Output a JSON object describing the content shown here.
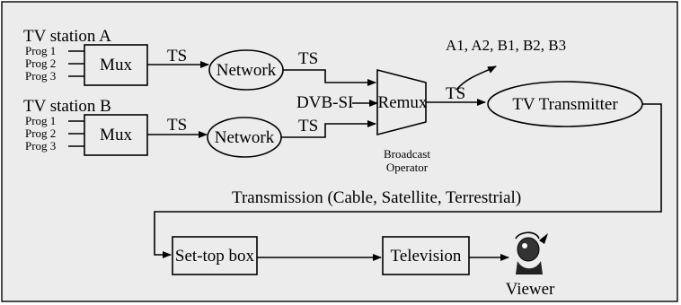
{
  "stations": [
    {
      "title": "TV station A",
      "progs": [
        "Prog 1",
        "Prog 2",
        "Prog 3"
      ],
      "mux": "Mux",
      "ts1": "TS",
      "network": "Network",
      "ts2": "TS"
    },
    {
      "title": "TV station B",
      "progs": [
        "Prog 1",
        "Prog 2",
        "Prog 3"
      ],
      "mux": "Mux",
      "ts1": "TS",
      "network": "Network",
      "ts2": "TS"
    }
  ],
  "dvb_si": "DVB-SI",
  "remux": "Remux",
  "operator": [
    "Broadcast",
    "Operator"
  ],
  "remux_ts": "TS",
  "services": "A1, A2, B1, B2, B3",
  "transmitter": "TV Transmitter",
  "transmission": "Transmission (Cable, Satellite, Terrestrial)",
  "settop": "Set-top box",
  "television": "Television",
  "viewer": "Viewer"
}
